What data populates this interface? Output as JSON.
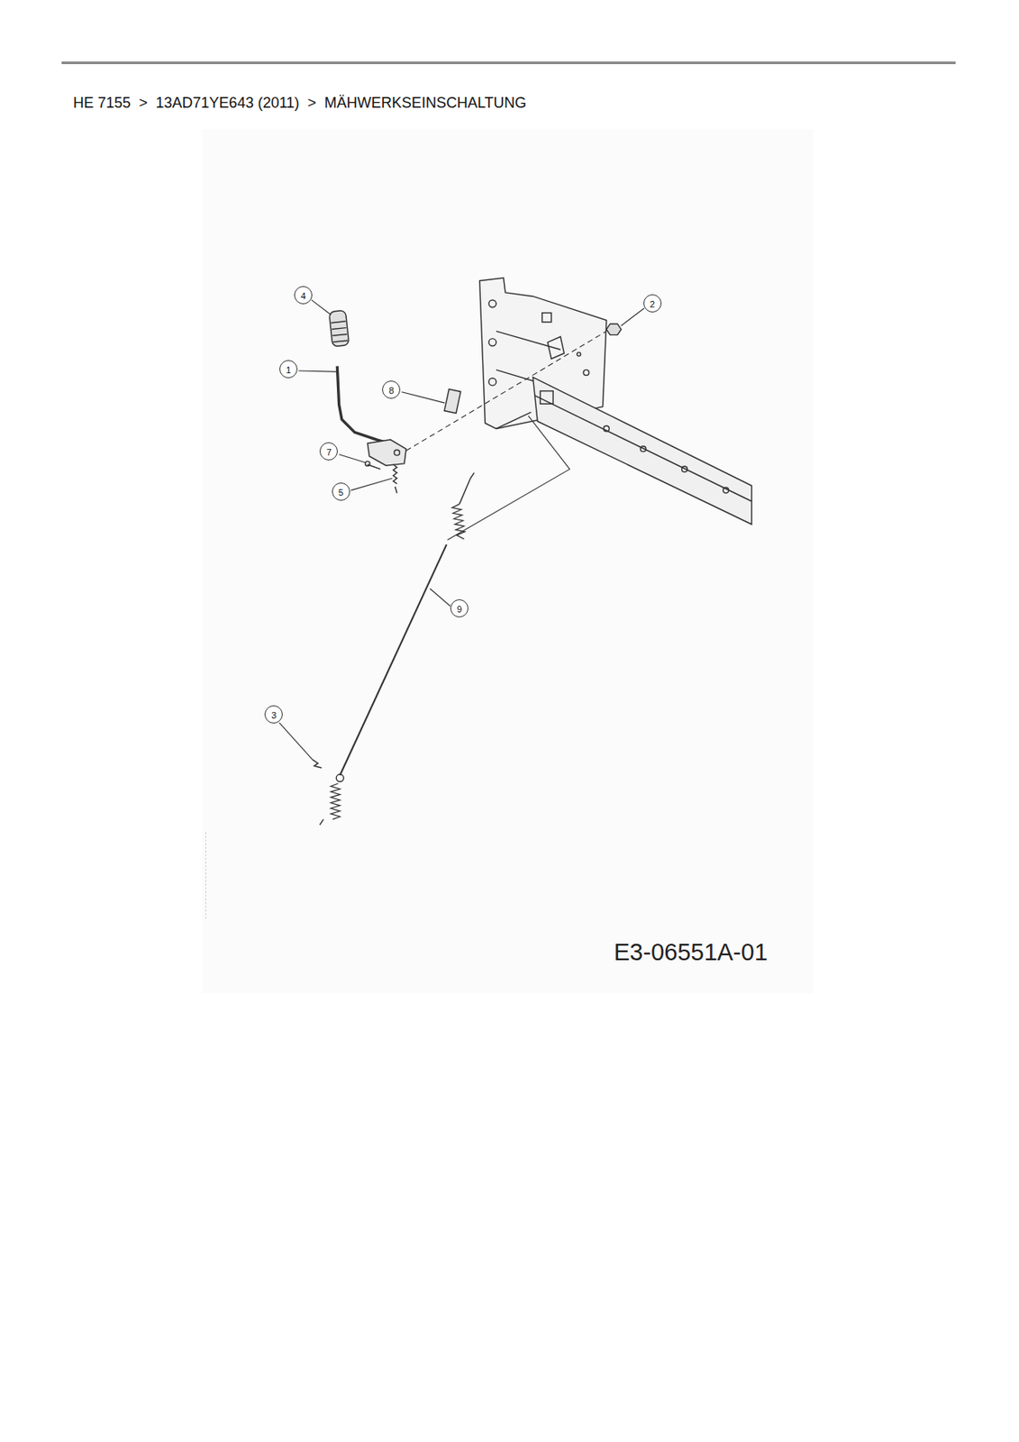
{
  "diagram": {
    "title": "HE 7155  >  13AD71YE643 (2011)  >  MÄHWERKSEINSCHALTUNG",
    "caption": "E3-06551A-01",
    "labels": [
      "4",
      "2",
      "1",
      "8",
      "7",
      "5",
      "9",
      "3"
    ]
  }
}
